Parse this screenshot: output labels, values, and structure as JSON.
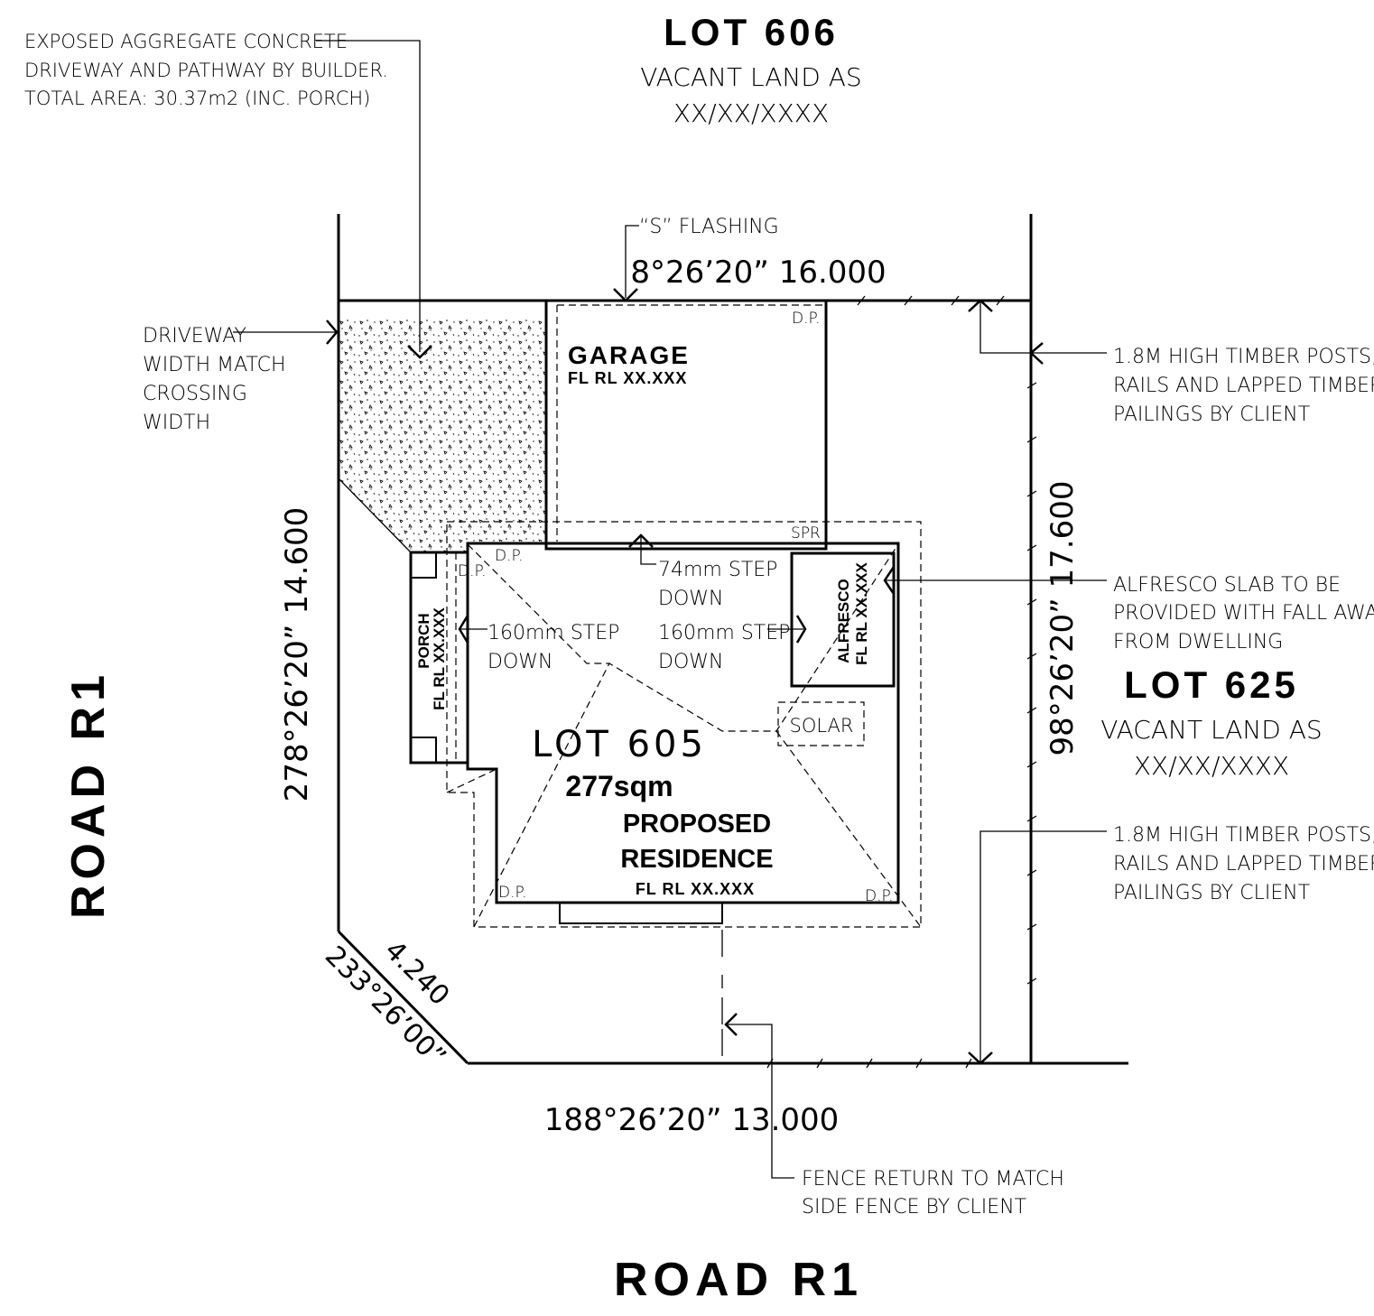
{
  "lots": {
    "north": {
      "title": "LOT 606",
      "line1": "VACANT LAND AS",
      "line2": "XX/XX/XXXX"
    },
    "east": {
      "title": "LOT 625",
      "line1": "VACANT LAND AS",
      "line2": "XX/XX/XXXX"
    },
    "subject": {
      "title": "LOT 605",
      "area": "277sqm"
    }
  },
  "roads": {
    "west": "ROAD R1",
    "south": "ROAD R1"
  },
  "boundaries": {
    "north": "8°26’20”  16.000",
    "east": "98°26’20”  17.600",
    "south": "188°26’20”  13.000",
    "west": "278°26’20”  14.600",
    "corner_length": "4.240",
    "corner_bearing": "233°26’00”"
  },
  "notes": {
    "driveway": [
      "EXPOSED AGGREGATE CONCRETE",
      "DRIVEWAY AND PATHWAY BY BUILDER.",
      "TOTAL AREA: 30.37m2 (INC. PORCH)"
    ],
    "crossing": [
      "DRIVEWAY",
      "WIDTH MATCH",
      "CROSSING",
      "WIDTH"
    ],
    "flashing": "“S” FLASHING",
    "fence_north": [
      "1.8M HIGH TIMBER POSTS,",
      "RAILS AND LAPPED TIMBER",
      "PAILINGS BY CLIENT"
    ],
    "alfresco_slab": [
      "ALFRESCO SLAB TO BE",
      "PROVIDED WITH FALL AWAY",
      "FROM DWELLING"
    ],
    "fence_south": [
      "1.8M HIGH TIMBER POSTS,",
      "RAILS AND LAPPED TIMBER",
      "PAILINGS BY CLIENT"
    ],
    "fence_return": [
      "FENCE RETURN TO MATCH",
      "SIDE FENCE BY CLIENT"
    ]
  },
  "building": {
    "garage": {
      "title": "GARAGE",
      "level": "FL RL XX.XXX"
    },
    "residence": {
      "title1": "PROPOSED",
      "title2": "RESIDENCE",
      "level": "FL RL XX.XXX"
    },
    "porch": {
      "title": "PORCH",
      "level": "FL RL XX.XXX"
    },
    "alfresco": {
      "title": "ALFRESCO",
      "level": "FL RL XX.XXX"
    },
    "solar": "SOLAR",
    "step_garage": [
      "74mm STEP",
      "DOWN"
    ],
    "step_porch": [
      "160mm STEP",
      "DOWN"
    ],
    "step_alfresco": [
      "160mm STEP",
      "DOWN"
    ],
    "dp": "D.P.",
    "spr": "SPR"
  }
}
